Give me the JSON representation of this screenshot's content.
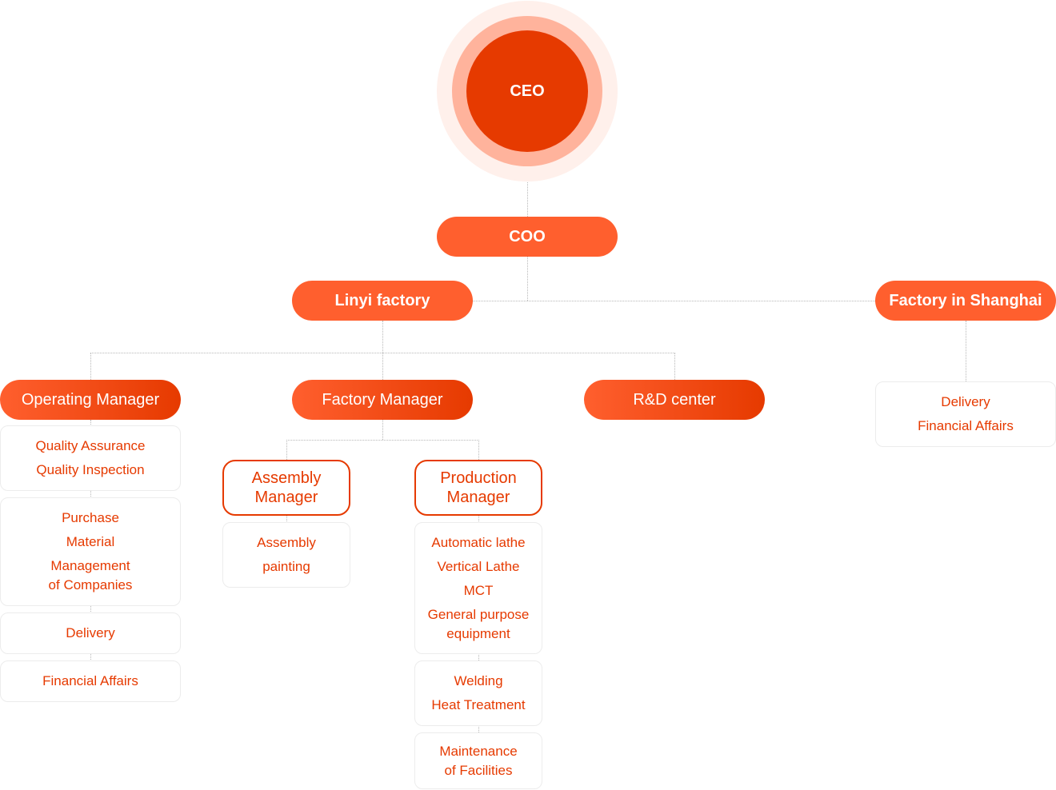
{
  "ceo": "CEO",
  "coo": "COO",
  "linyi": "Linyi factory",
  "shanghai": {
    "title": "Factory in Shanghai",
    "items": [
      "Delivery",
      "Financial Affairs"
    ]
  },
  "operating": {
    "title": "Operating Manager",
    "group1": [
      "Quality Assurance",
      "Quality Inspection"
    ],
    "group2": [
      "Purchase",
      "Material",
      "Management",
      "of Companies"
    ],
    "group3": [
      "Delivery"
    ],
    "group4": [
      "Financial Affairs"
    ]
  },
  "factory_manager": "Factory Manager",
  "rd": "R&D center",
  "assembly": {
    "title_lines": [
      "Assembly",
      "Manager"
    ],
    "items": [
      "Assembly",
      "painting"
    ]
  },
  "production": {
    "title_lines": [
      "Production",
      "Manager"
    ],
    "group1": [
      "Automatic lathe",
      "Vertical Lathe",
      "MCT",
      "General purpose",
      "equipment"
    ],
    "group2": [
      "Welding",
      "Heat Treatment"
    ],
    "group3": [
      "Maintenance",
      "of Facilities"
    ]
  }
}
